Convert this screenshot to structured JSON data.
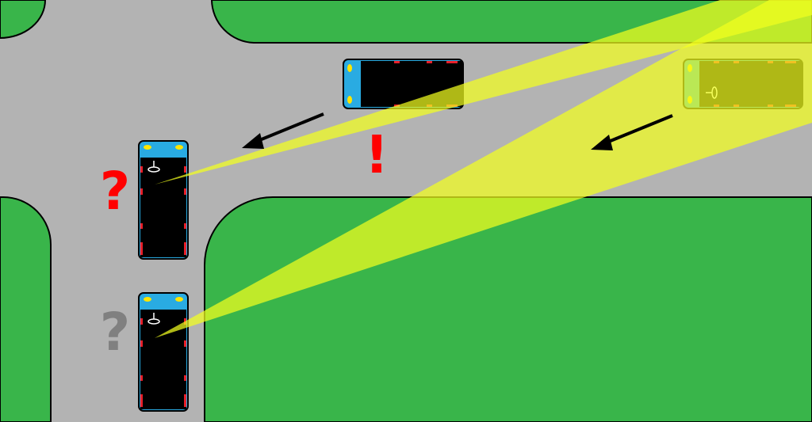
{
  "colors": {
    "road": "#b3b3b3",
    "grass": "#39b54a",
    "vehicle_body": "#000000",
    "vehicle_cab": "#29abe2",
    "headlight": "#ffe600",
    "light_beam": "#f2ff1f",
    "brake_light": "#e8202a",
    "arrow": "#000000",
    "alert_red": "#ff0000",
    "question_gray": "#808080"
  },
  "icons": {
    "left_car_uncertain": "question-mark-red",
    "left_car_safe": "question-mark-gray",
    "truck_alert": "exclamation-mark-red",
    "direction": "arrow-left-down"
  },
  "labels": {
    "question_red": "?",
    "question_gray": "?",
    "exclamation": "!"
  }
}
